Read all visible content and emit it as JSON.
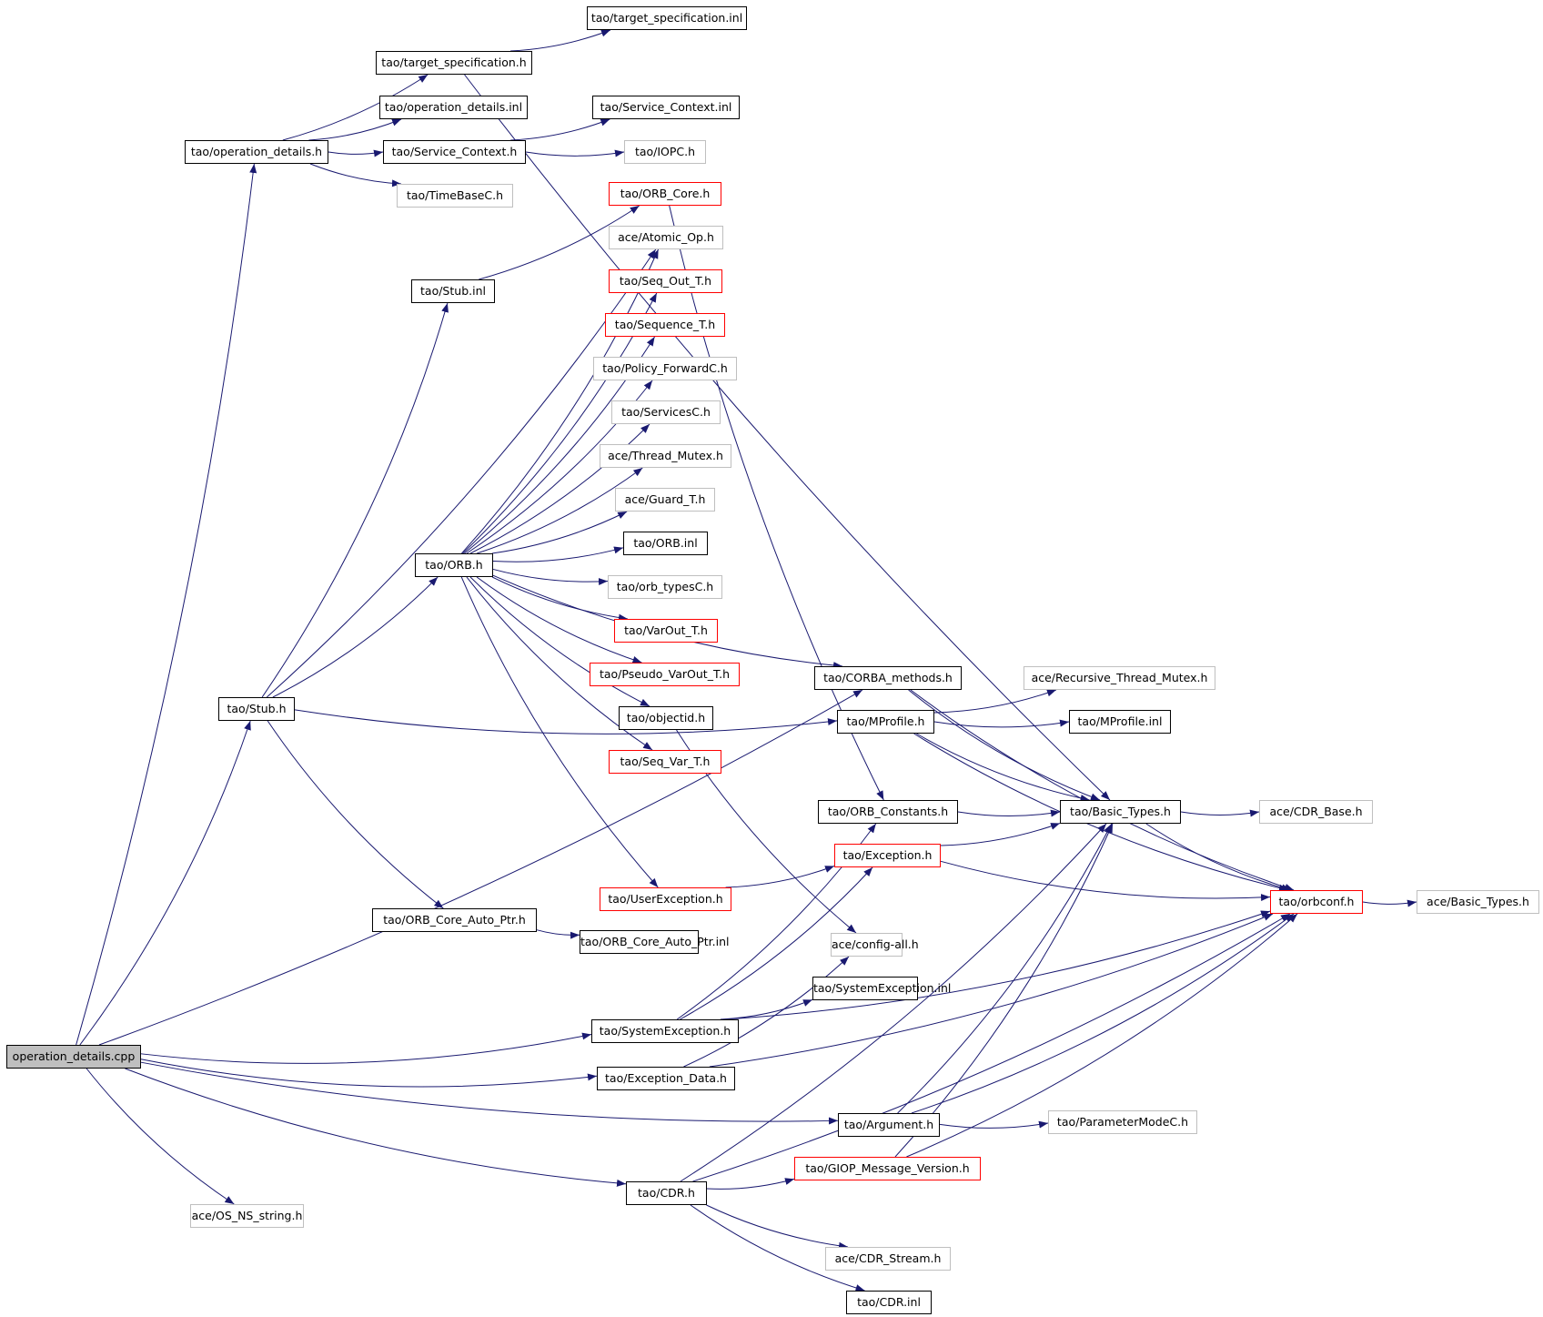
{
  "graph": {
    "title": "Include dependency graph for operation_details.cpp",
    "edge_color": "#191970",
    "border_colors": {
      "normal": "#000000",
      "gray": "#bfbfbf",
      "red": "#ff0000",
      "root_fill": "#bfbfbf"
    },
    "nodes": [
      {
        "id": "cpp",
        "label": "operation_details.cpp",
        "style": "root"
      },
      {
        "id": "opdet_h",
        "label": "tao/operation_details.h",
        "style": "normal"
      },
      {
        "id": "tspec_h",
        "label": "tao/target_specification.h",
        "style": "normal"
      },
      {
        "id": "tspec_inl",
        "label": "tao/target_specification.inl",
        "style": "normal"
      },
      {
        "id": "opdet_inl",
        "label": "tao/operation_details.inl",
        "style": "normal"
      },
      {
        "id": "sc_h",
        "label": "tao/Service_Context.h",
        "style": "normal"
      },
      {
        "id": "sc_inl",
        "label": "tao/Service_Context.inl",
        "style": "normal"
      },
      {
        "id": "iopc",
        "label": "tao/IOPC.h",
        "style": "gray"
      },
      {
        "id": "timebase",
        "label": "tao/TimeBaseC.h",
        "style": "gray"
      },
      {
        "id": "orbcore",
        "label": "tao/ORB_Core.h",
        "style": "red"
      },
      {
        "id": "atomic",
        "label": "ace/Atomic_Op.h",
        "style": "gray"
      },
      {
        "id": "seqout",
        "label": "tao/Seq_Out_T.h",
        "style": "red"
      },
      {
        "id": "seqt",
        "label": "tao/Sequence_T.h",
        "style": "red"
      },
      {
        "id": "polfwd",
        "label": "tao/Policy_ForwardC.h",
        "style": "gray"
      },
      {
        "id": "services",
        "label": "tao/ServicesC.h",
        "style": "gray"
      },
      {
        "id": "thrmutex",
        "label": "ace/Thread_Mutex.h",
        "style": "gray"
      },
      {
        "id": "guard",
        "label": "ace/Guard_T.h",
        "style": "gray"
      },
      {
        "id": "orbinl",
        "label": "tao/ORB.inl",
        "style": "normal"
      },
      {
        "id": "orbtypes",
        "label": "tao/orb_typesC.h",
        "style": "gray"
      },
      {
        "id": "varout",
        "label": "tao/VarOut_T.h",
        "style": "red"
      },
      {
        "id": "pvarout",
        "label": "tao/Pseudo_VarOut_T.h",
        "style": "red"
      },
      {
        "id": "objectid",
        "label": "tao/objectid.h",
        "style": "normal"
      },
      {
        "id": "seqvar",
        "label": "tao/Seq_Var_T.h",
        "style": "red"
      },
      {
        "id": "stubinl",
        "label": "tao/Stub.inl",
        "style": "normal"
      },
      {
        "id": "orbh",
        "label": "tao/ORB.h",
        "style": "normal"
      },
      {
        "id": "stubh",
        "label": "tao/Stub.h",
        "style": "normal"
      },
      {
        "id": "corba_m",
        "label": "tao/CORBA_methods.h",
        "style": "normal"
      },
      {
        "id": "recmutex",
        "label": "ace/Recursive_Thread_Mutex.h",
        "style": "gray"
      },
      {
        "id": "mprof_h",
        "label": "tao/MProfile.h",
        "style": "normal"
      },
      {
        "id": "mprof_inl",
        "label": "tao/MProfile.inl",
        "style": "normal"
      },
      {
        "id": "orbconst",
        "label": "tao/ORB_Constants.h",
        "style": "normal"
      },
      {
        "id": "basic",
        "label": "tao/Basic_Types.h",
        "style": "normal"
      },
      {
        "id": "cdrbase",
        "label": "ace/CDR_Base.h",
        "style": "gray"
      },
      {
        "id": "exc_h",
        "label": "tao/Exception.h",
        "style": "red"
      },
      {
        "id": "userexc",
        "label": "tao/UserException.h",
        "style": "red"
      },
      {
        "id": "orbconf",
        "label": "tao/orbconf.h",
        "style": "red"
      },
      {
        "id": "acebasic",
        "label": "ace/Basic_Types.h",
        "style": "gray"
      },
      {
        "id": "autoptr_h",
        "label": "tao/ORB_Core_Auto_Ptr.h",
        "style": "normal"
      },
      {
        "id": "autoptr_inl",
        "label": "tao/ORB_Core_Auto_Ptr.inl",
        "style": "normal"
      },
      {
        "id": "configall",
        "label": "ace/config-all.h",
        "style": "gray"
      },
      {
        "id": "sysexc_inl",
        "label": "tao/SystemException.inl",
        "style": "normal"
      },
      {
        "id": "sysexc_h",
        "label": "tao/SystemException.h",
        "style": "normal"
      },
      {
        "id": "excdata",
        "label": "tao/Exception_Data.h",
        "style": "normal"
      },
      {
        "id": "argument",
        "label": "tao/Argument.h",
        "style": "normal"
      },
      {
        "id": "parammode",
        "label": "tao/ParameterModeC.h",
        "style": "gray"
      },
      {
        "id": "giop",
        "label": "tao/GIOP_Message_Version.h",
        "style": "red"
      },
      {
        "id": "cdrh",
        "label": "tao/CDR.h",
        "style": "normal"
      },
      {
        "id": "osstring",
        "label": "ace/OS_NS_string.h",
        "style": "gray"
      },
      {
        "id": "cdrstream",
        "label": "ace/CDR_Stream.h",
        "style": "gray"
      },
      {
        "id": "cdrinl",
        "label": "tao/CDR.inl",
        "style": "normal"
      }
    ],
    "edges": [
      [
        "cpp",
        "opdet_h"
      ],
      [
        "cpp",
        "stubh"
      ],
      [
        "cpp",
        "corba_m"
      ],
      [
        "cpp",
        "sysexc_h"
      ],
      [
        "cpp",
        "excdata"
      ],
      [
        "cpp",
        "argument"
      ],
      [
        "cpp",
        "cdrh"
      ],
      [
        "cpp",
        "osstring"
      ],
      [
        "opdet_h",
        "tspec_h"
      ],
      [
        "opdet_h",
        "opdet_inl"
      ],
      [
        "opdet_h",
        "sc_h"
      ],
      [
        "opdet_h",
        "timebase"
      ],
      [
        "tspec_h",
        "tspec_inl"
      ],
      [
        "tspec_h",
        "basic"
      ],
      [
        "sc_h",
        "sc_inl"
      ],
      [
        "sc_h",
        "iopc"
      ],
      [
        "stubh",
        "stubinl"
      ],
      [
        "stubh",
        "orbh"
      ],
      [
        "stubh",
        "atomic"
      ],
      [
        "stubh",
        "mprof_h"
      ],
      [
        "stubh",
        "autoptr_h"
      ],
      [
        "stubinl",
        "orbcore"
      ],
      [
        "orbcore",
        "orbconst"
      ],
      [
        "orbh",
        "atomic"
      ],
      [
        "orbh",
        "seqout"
      ],
      [
        "orbh",
        "seqt"
      ],
      [
        "orbh",
        "polfwd"
      ],
      [
        "orbh",
        "services"
      ],
      [
        "orbh",
        "thrmutex"
      ],
      [
        "orbh",
        "guard"
      ],
      [
        "orbh",
        "orbinl"
      ],
      [
        "orbh",
        "orbtypes"
      ],
      [
        "orbh",
        "varout"
      ],
      [
        "orbh",
        "pvarout"
      ],
      [
        "orbh",
        "objectid"
      ],
      [
        "orbh",
        "seqvar"
      ],
      [
        "orbh",
        "userexc"
      ],
      [
        "orbh",
        "corba_m"
      ],
      [
        "objectid",
        "configall"
      ],
      [
        "corba_m",
        "basic"
      ],
      [
        "corba_m",
        "orbconf"
      ],
      [
        "mprof_h",
        "recmutex"
      ],
      [
        "mprof_h",
        "mprof_inl"
      ],
      [
        "mprof_h",
        "basic"
      ],
      [
        "mprof_h",
        "orbconf"
      ],
      [
        "orbconst",
        "basic"
      ],
      [
        "basic",
        "cdrbase"
      ],
      [
        "basic",
        "orbconf"
      ],
      [
        "exc_h",
        "basic"
      ],
      [
        "exc_h",
        "orbconf"
      ],
      [
        "userexc",
        "exc_h"
      ],
      [
        "orbconf",
        "acebasic"
      ],
      [
        "autoptr_h",
        "autoptr_inl"
      ],
      [
        "sysexc_h",
        "sysexc_inl"
      ],
      [
        "sysexc_h",
        "exc_h"
      ],
      [
        "sysexc_h",
        "orbconf"
      ],
      [
        "sysexc_h",
        "orbconst"
      ],
      [
        "excdata",
        "configall"
      ],
      [
        "excdata",
        "orbconf"
      ],
      [
        "argument",
        "parammode"
      ],
      [
        "argument",
        "basic"
      ],
      [
        "argument",
        "orbconf"
      ],
      [
        "cdrh",
        "giop"
      ],
      [
        "cdrh",
        "basic"
      ],
      [
        "cdrh",
        "orbconf"
      ],
      [
        "cdrh",
        "cdrstream"
      ],
      [
        "cdrh",
        "cdrinl"
      ],
      [
        "giop",
        "basic"
      ],
      [
        "giop",
        "orbconf"
      ]
    ]
  }
}
